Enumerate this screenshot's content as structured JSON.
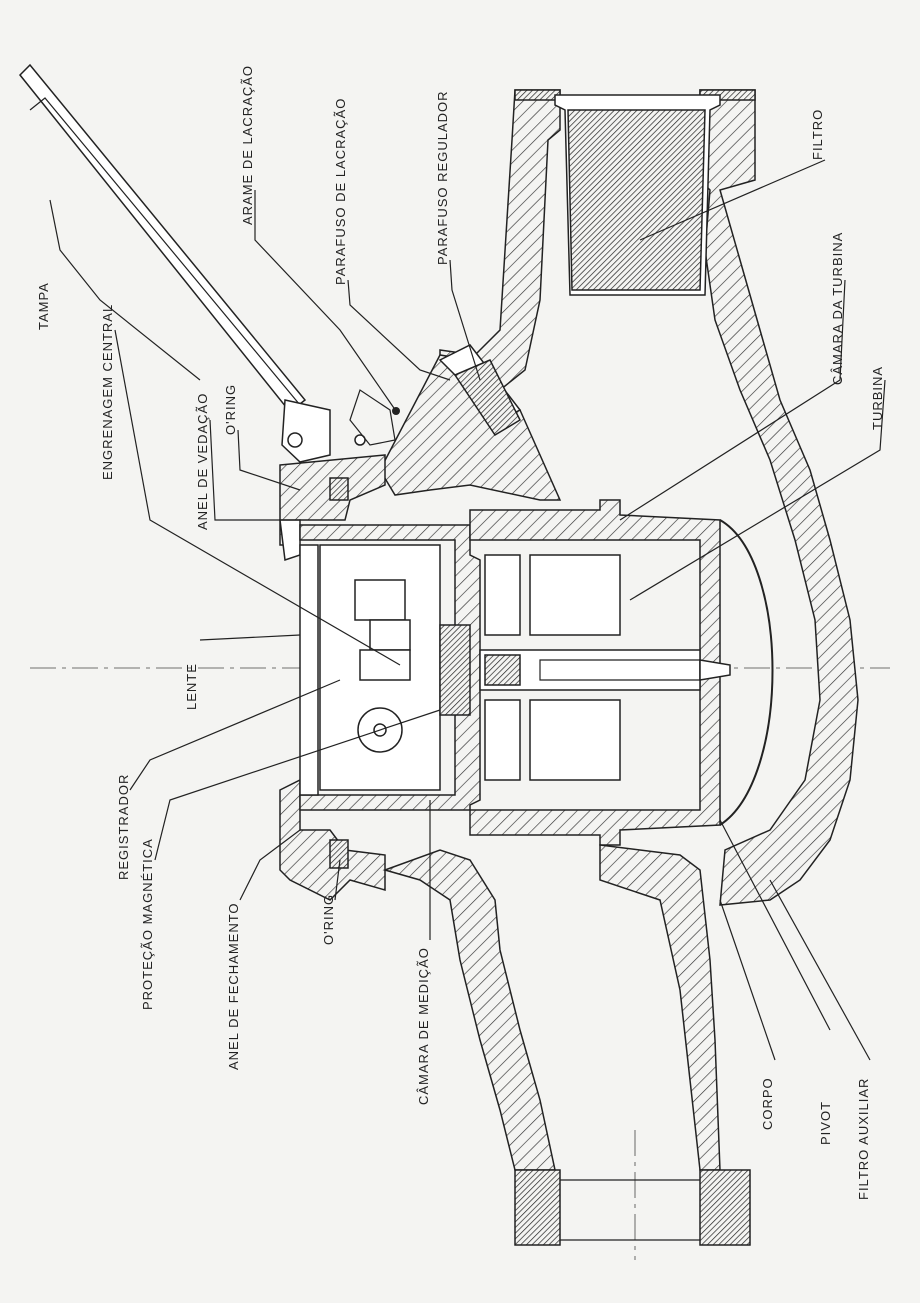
{
  "labels": {
    "tampa": "TAMPA",
    "arame_de_lacracao": "ARAME DE LACRAÇÃO",
    "parafuso_de_lacracao": "PARAFUSO DE LACRAÇÃO",
    "parafuso_regulador": "PARAFUSO REGULADOR",
    "filtro": "FILTRO",
    "camara_da_turbina": "CÂMARA DA TURBINA",
    "turbina": "TURBINA",
    "engrenagem_central": "ENGRENAGEM CENTRAL",
    "anel_de_vedacao": "ANEL DE VEDAÇÃO",
    "oring_top": "O'RING",
    "lente": "LENTE",
    "registrador": "REGISTRADOR",
    "protecao_magnetica": "PROTEÇÃO MAGNÉTICA",
    "anel_de_fechamento": "ANEL DE FECHAMENTO",
    "oring_bottom": "O'RING",
    "camara_de_medicao": "CÂMARA DE MEDIÇÃO",
    "corpo": "CORPO",
    "pivot": "PIVOT",
    "filtro_auxiliar": "FILTRO AUXILIAR"
  }
}
